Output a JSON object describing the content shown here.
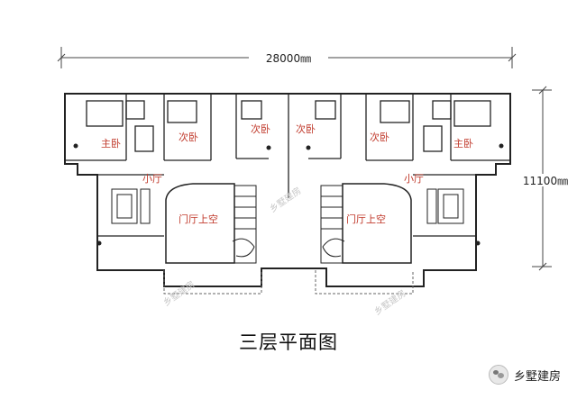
{
  "dimensions": {
    "width_label": "28000㎜",
    "depth_label": "11100㎜"
  },
  "rooms": {
    "master_bedroom": "主卧",
    "second_bedroom": "次卧",
    "small_hall": "小厅",
    "foyer_void": "门厅上空"
  },
  "caption": "三层平面图",
  "brand": {
    "name": "乡墅建房",
    "watermark": "乡墅建房"
  },
  "colors": {
    "room_label": "#c0392b",
    "line": "#222222",
    "dimension_line": "#444444"
  }
}
